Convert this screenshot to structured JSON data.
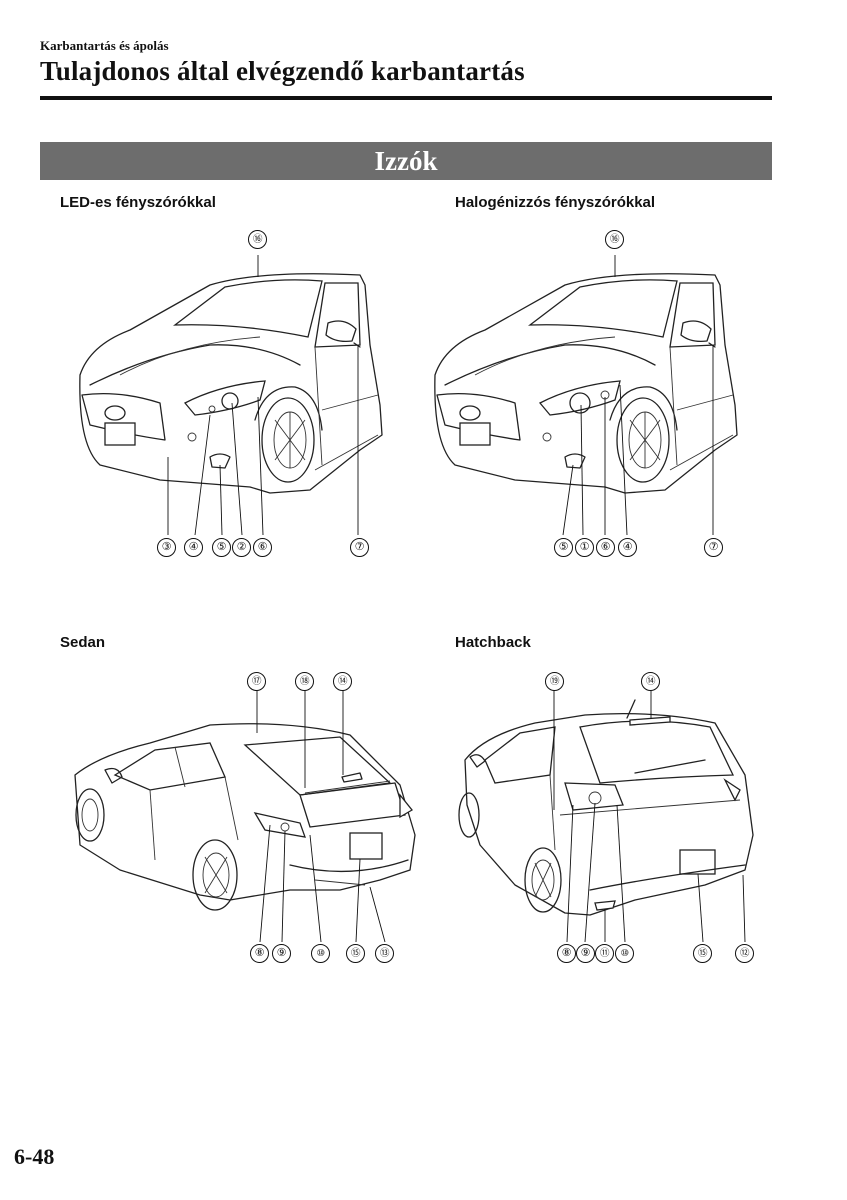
{
  "header": {
    "breadcrumb": "Karbantartás és ápolás",
    "title": "Tulajdonos által elvégzendő karbantartás"
  },
  "section": {
    "title": "Izzók"
  },
  "figures": [
    {
      "caption": "LED-es fényszórókkal",
      "top_callouts": [
        "⑯"
      ],
      "bottom_callouts": [
        "③",
        "④",
        "⑤",
        "②",
        "⑥",
        "⑦"
      ]
    },
    {
      "caption": "Halogénizzós fényszórókkal",
      "top_callouts": [
        "⑯"
      ],
      "bottom_callouts": [
        "⑤",
        "①",
        "⑥",
        "④",
        "⑦"
      ]
    },
    {
      "caption": "Sedan",
      "top_callouts": [
        "⑰",
        "⑱",
        "⑭"
      ],
      "bottom_callouts": [
        "⑧",
        "⑨",
        "⑩",
        "⑮",
        "⑬"
      ]
    },
    {
      "caption": "Hatchback",
      "top_callouts": [
        "⑲",
        "⑭"
      ],
      "bottom_callouts": [
        "⑧",
        "⑨",
        "⑪",
        "⑩",
        "⑮",
        "⑫"
      ]
    }
  ],
  "footer": {
    "page_number": "6-48"
  }
}
